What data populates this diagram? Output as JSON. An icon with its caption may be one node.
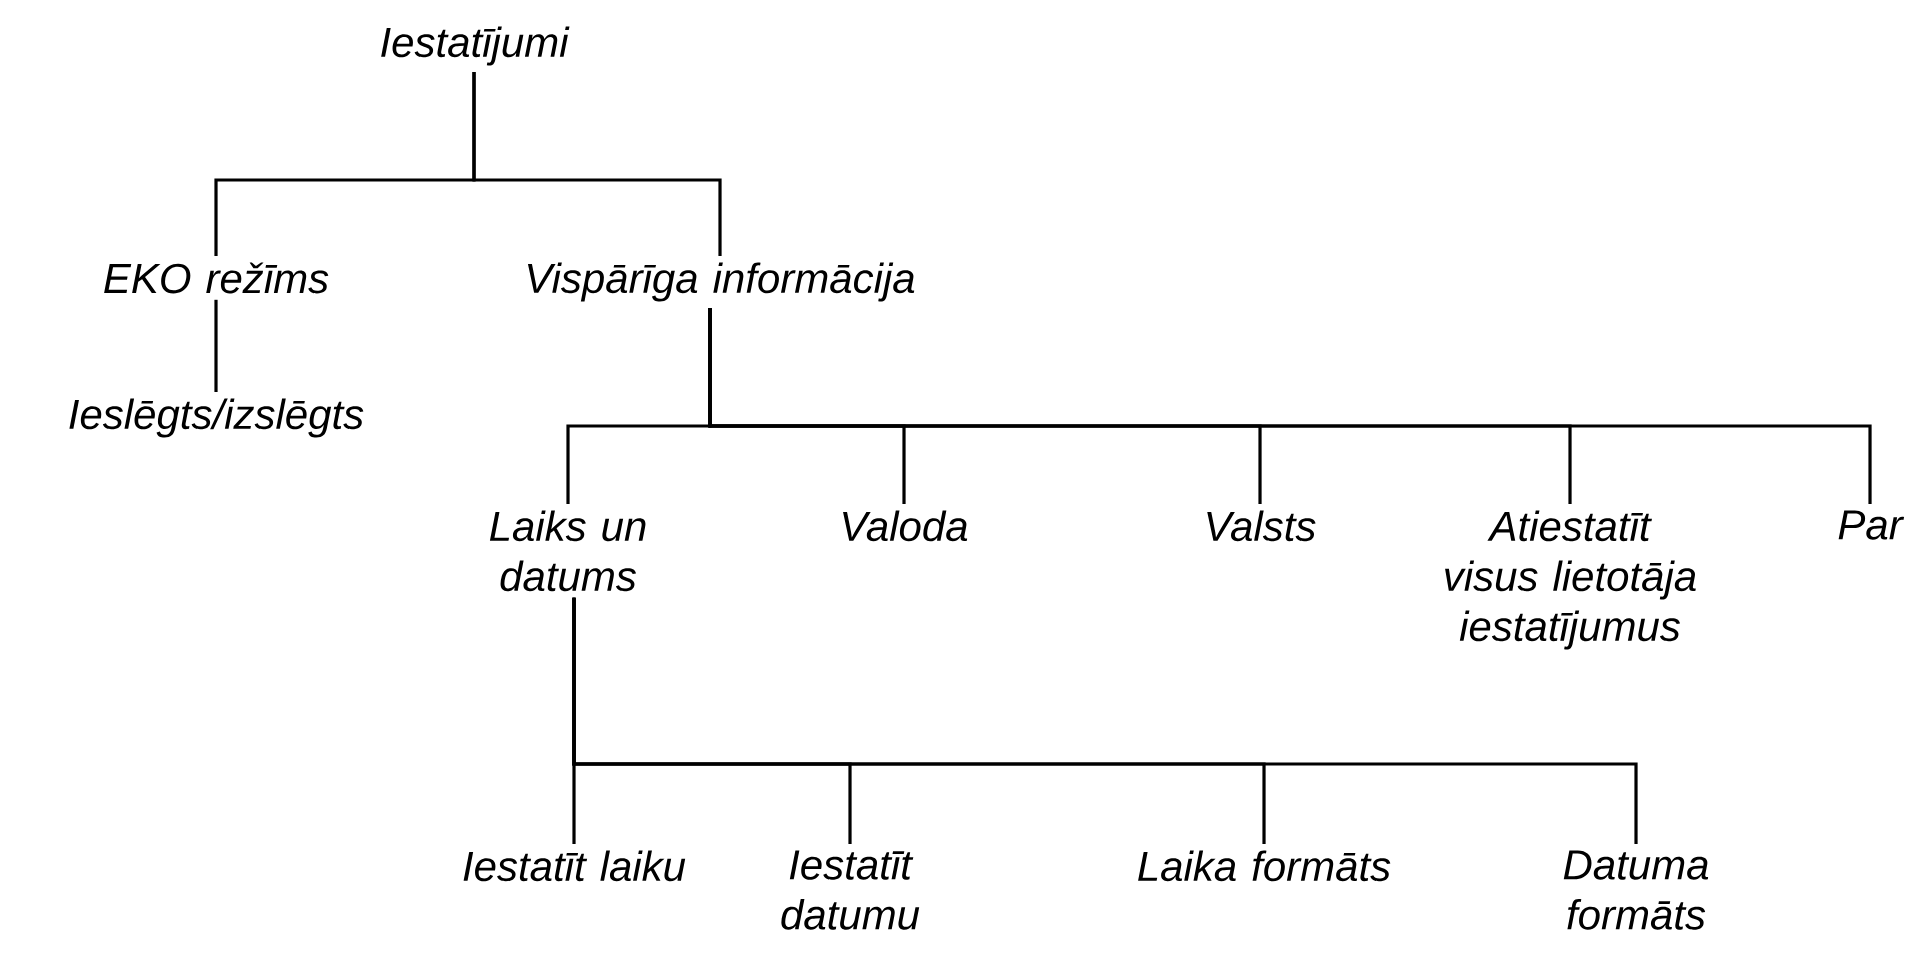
{
  "diagram": {
    "nodes": [
      {
        "text": [
          "Iestatījumi"
        ]
      },
      {
        "text": [
          "EKO režīms"
        ]
      },
      {
        "text": [
          "Vispārīga informācija"
        ]
      },
      {
        "text": [
          "Ieslēgts/izslēgts"
        ]
      },
      {
        "text": [
          "Laiks un datums"
        ]
      },
      {
        "text": [
          "Valoda"
        ]
      },
      {
        "text": [
          "Valsts"
        ]
      },
      {
        "text": [
          "Atiestatīt visus lietotāja iestatījumus"
        ]
      },
      {
        "text": [
          "Par"
        ]
      },
      {
        "text": [
          "Iestatīt laiku"
        ]
      },
      {
        "text": [
          "Iestatīt datumu"
        ]
      },
      {
        "text": [
          "Laika formāts"
        ]
      },
      {
        "text": [
          "Datuma formāts"
        ]
      }
    ],
    "edges": [
      {
        "from": 0,
        "to": 1,
        "arrow": "none"
      },
      {
        "from": 0,
        "to": 2,
        "arrow": "none"
      },
      {
        "from": 1,
        "to": 3,
        "arrow": "none"
      },
      {
        "from": 2,
        "to": 4,
        "arrow": "none"
      },
      {
        "from": 2,
        "to": 5,
        "arrow": "none"
      },
      {
        "from": 2,
        "to": 6,
        "arrow": "none"
      },
      {
        "from": 2,
        "to": 7,
        "arrow": "none"
      },
      {
        "from": 2,
        "to": 8,
        "arrow": "none"
      },
      {
        "from": 4,
        "to": 9,
        "arrow": "none"
      },
      {
        "from": 4,
        "to": 10,
        "arrow": "none"
      },
      {
        "from": 4,
        "to": 11,
        "arrow": "none"
      },
      {
        "from": 4,
        "to": 12,
        "arrow": "none"
      }
    ]
  }
}
